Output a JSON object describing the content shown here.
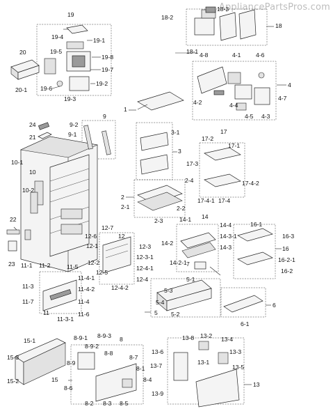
{
  "watermark": "AppliancePartsPros.com",
  "labels": [
    "19",
    "19-4",
    "19-1",
    "19-5",
    "19-8",
    "19-7",
    "19-2",
    "19-6",
    "19-3",
    "20",
    "20-1",
    "18-2",
    "18-3",
    "18-1",
    "18",
    "4-8",
    "4-1",
    "4-6",
    "4",
    "4-7",
    "4-2",
    "4-4",
    "4-5",
    "4-3",
    "1",
    "9",
    "9-2",
    "9-1",
    "3-1",
    "3",
    "24",
    "21",
    "17",
    "17-2",
    "17-1",
    "17-3",
    "17-4-2",
    "17-4-1",
    "17-4",
    "10-1",
    "10",
    "10-2",
    "2",
    "2-4",
    "2-1",
    "2-2",
    "2-3",
    "22",
    "23",
    "14",
    "14-1",
    "14-4",
    "14-3-1",
    "14-2",
    "14-3",
    "14-2-1",
    "16-1",
    "16-3",
    "16",
    "16-2-1",
    "16-2",
    "12-7",
    "12-6",
    "12-1",
    "12",
    "12-3",
    "12-3-1",
    "12-2",
    "12-5",
    "12-4-1",
    "12-4",
    "12-4-2",
    "7",
    "5-1",
    "5-3",
    "5-4",
    "5",
    "5-2",
    "6",
    "6-1",
    "11-1",
    "11-2",
    "11-5",
    "11-4-1",
    "11-3",
    "11-4-2",
    "11-7",
    "11",
    "11-4",
    "11-3-1",
    "11-6",
    "15-1",
    "15-3",
    "15",
    "15-2",
    "8-9-1",
    "8-9-3",
    "8",
    "8-9-2",
    "8-9",
    "8-8",
    "8-7",
    "8-6",
    "8-1",
    "8-4",
    "8-2",
    "8-3",
    "8-5",
    "13-8",
    "13-2",
    "13-4",
    "13-6",
    "13-3",
    "13-7",
    "13-1",
    "13-5",
    "13",
    "13-9"
  ]
}
